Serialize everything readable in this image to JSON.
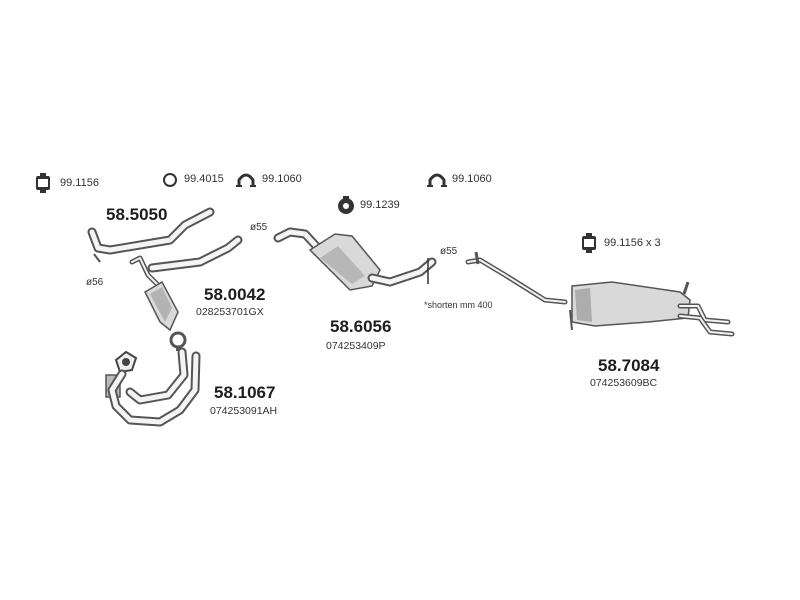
{
  "parts": {
    "front_pipe": {
      "number": "58.5050",
      "diameter": "ø56"
    },
    "catalyst": {
      "number": "58.0042",
      "oem": "028253701GX",
      "diameter": "ø55"
    },
    "downpipe": {
      "number": "58.1067",
      "oem": "074253091AH"
    },
    "middle_silencer": {
      "number": "58.6056",
      "oem": "074253409P"
    },
    "intermediate_pipe": {
      "diameter": "ø55",
      "note": "*shorten mm 400"
    },
    "rear_silencer": {
      "number": "58.7084",
      "oem": "074253609BC"
    }
  },
  "accessories": {
    "rubber_mount_a": "99.1156",
    "gasket_ring": "99.4015",
    "clamp_a": "99.1060",
    "rubber_mount_b": "99.1239",
    "clamp_b": "99.1060",
    "rubber_mount_c": "99.1156 x 3"
  },
  "icons": {
    "rubber_mount": "rubber-mount-icon",
    "gasket": "gasket-ring-icon",
    "clamp": "clamp-icon",
    "rubber_ring": "rubber-ring-icon"
  },
  "colors": {
    "line": "#555555",
    "body": "#d9d9d9",
    "text": "#1e1e1e"
  }
}
